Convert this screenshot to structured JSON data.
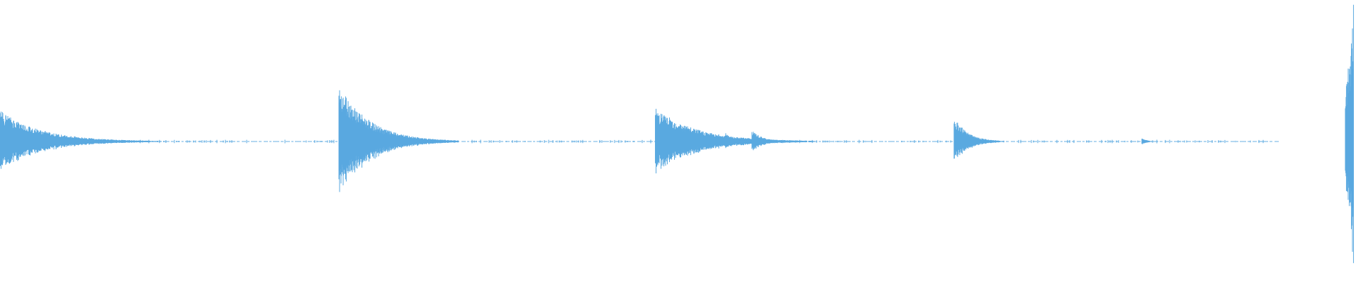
{
  "waveform": {
    "color": "#5aa9e0",
    "background": "#ffffff",
    "duration_fraction_with_audio": 0.94,
    "events": [
      {
        "id": "onset-1",
        "position": 0.0,
        "peak": 0.28,
        "decay": 0.03
      },
      {
        "id": "onset-2",
        "position": 0.249,
        "peak": 0.52,
        "decay": 0.022
      },
      {
        "id": "onset-3",
        "position": 0.4815,
        "peak": 0.3,
        "decay": 0.03
      },
      {
        "id": "onset-4",
        "position": 0.533,
        "peak": 0.08,
        "decay": 0.006
      },
      {
        "id": "onset-5",
        "position": 0.5525,
        "peak": 0.1,
        "decay": 0.008
      },
      {
        "id": "onset-6",
        "position": 0.701,
        "peak": 0.22,
        "decay": 0.01
      },
      {
        "id": "onset-7",
        "position": 0.839,
        "peak": 0.03,
        "decay": 0.004
      },
      {
        "id": "onset-8",
        "position": 0.9945,
        "peak": 1.24,
        "decay": 0.006,
        "symmetric": true
      }
    ]
  }
}
